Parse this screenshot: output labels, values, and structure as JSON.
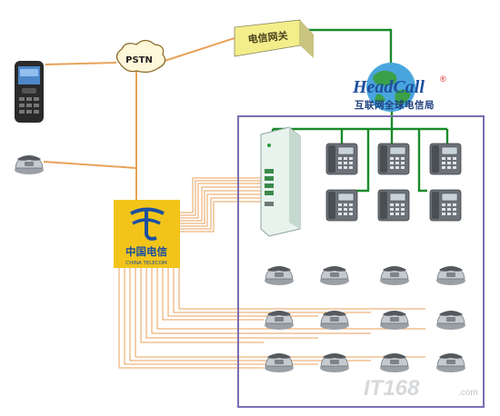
{
  "labels": {
    "pstn": "PSTN",
    "gateway": "电信网关",
    "headcall_brand": "HeadCall",
    "headcall_reg": "®",
    "headcall_sub": "互联网全球电信局",
    "telecom_cn": "中国电信",
    "telecom_en": "CHINA TELECOM",
    "watermark_main": "IT168",
    "watermark_sub": ".com"
  },
  "colors": {
    "orange_line": "#e8a25a",
    "green_line": "#1a8a2a",
    "purple_box": "#7b6db0",
    "telecom_yellow": "#f2c41a",
    "telecom_blue": "#1c4fa0",
    "gateway_fill": "#f3ee8a",
    "headcall_blue": "#1e4f9e",
    "headcall_red": "#d8262b"
  },
  "icons": {
    "mobile": "mobile-phone-icon",
    "phone": "desk-phone-icon",
    "ip_phone": "ip-phone-icon",
    "router": "router-device-icon",
    "globe": "globe-icon",
    "cloud": "cloud-icon"
  }
}
